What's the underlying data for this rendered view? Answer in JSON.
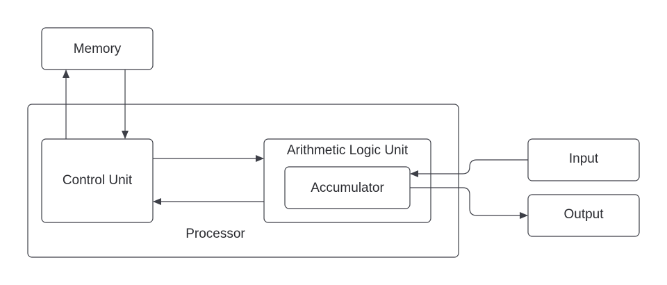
{
  "nodes": {
    "memory": "Memory",
    "processor": "Processor",
    "control_unit": "Control Unit",
    "alu": "Arithmetic Logic Unit",
    "accumulator": "Accumulator",
    "input": "Input",
    "output": "Output"
  },
  "edges": [
    {
      "from": "control_unit",
      "to": "memory"
    },
    {
      "from": "memory",
      "to": "control_unit"
    },
    {
      "from": "control_unit",
      "to": "alu"
    },
    {
      "from": "alu",
      "to": "control_unit"
    },
    {
      "from": "input",
      "to": "accumulator"
    },
    {
      "from": "accumulator",
      "to": "output"
    }
  ],
  "colors": {
    "stroke": "#3d3f47",
    "text": "#2a2b30",
    "background": "#ffffff"
  }
}
